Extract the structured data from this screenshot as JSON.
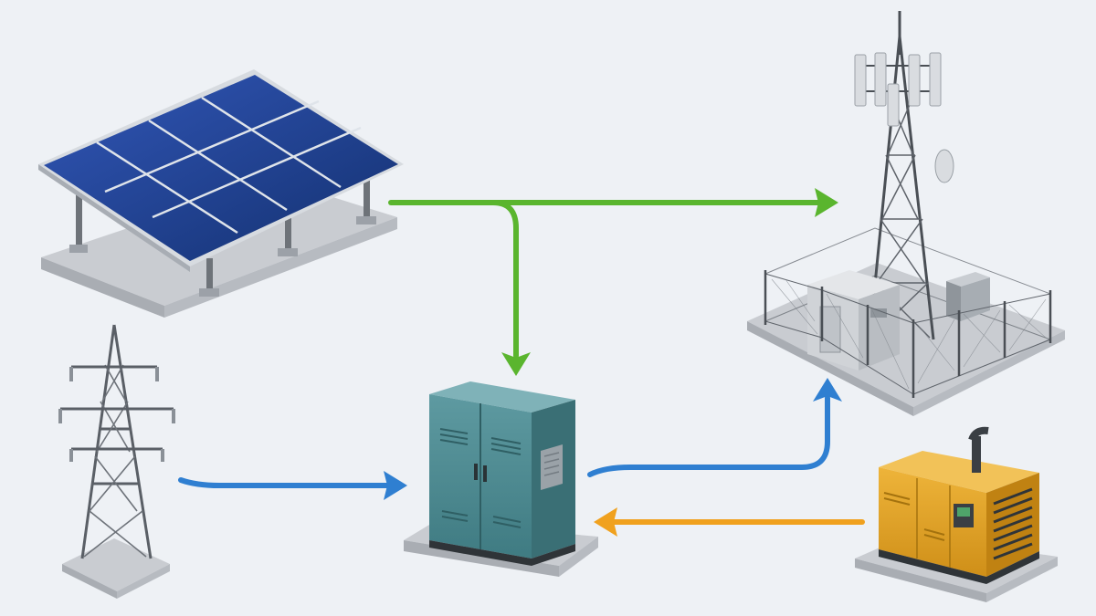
{
  "diagram": {
    "type": "energy-flow",
    "nodes": [
      {
        "id": "solar",
        "icon": "solar-panel-array-icon"
      },
      {
        "id": "grid",
        "icon": "transmission-tower-icon"
      },
      {
        "id": "cabinet",
        "icon": "battery-cabinet-icon"
      },
      {
        "id": "telecom",
        "icon": "telecom-tower-site-icon"
      },
      {
        "id": "generator",
        "icon": "diesel-generator-icon"
      }
    ],
    "edges": [
      {
        "from": "solar",
        "to": "telecom",
        "color": "#5ab52e"
      },
      {
        "from": "solar",
        "to": "cabinet",
        "color": "#5ab52e"
      },
      {
        "from": "grid",
        "to": "cabinet",
        "color": "#2f7fd1"
      },
      {
        "from": "cabinet",
        "to": "telecom",
        "color": "#2f7fd1"
      },
      {
        "from": "generator",
        "to": "cabinet",
        "color": "#f0a11e"
      }
    ],
    "colors": {
      "background": "#eef1f5",
      "solar_flow": "#5ab52e",
      "grid_flow": "#2f7fd1",
      "generator_flow": "#f0a11e",
      "cabinet": "#4f8f96",
      "generator": "#e0a228",
      "panel": "#1f3f8f"
    }
  }
}
